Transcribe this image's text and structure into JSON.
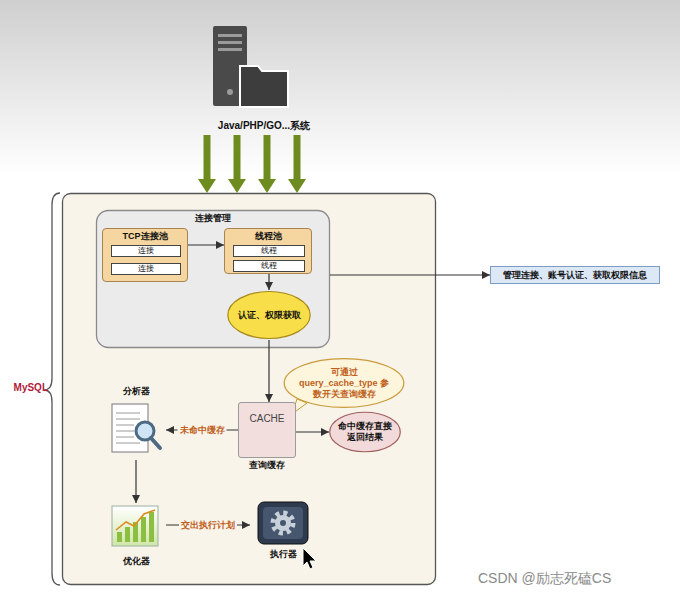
{
  "diagram": {
    "nodes": [
      {
        "text": [
          "Java/PHP/GO...系统"
        ]
      },
      {
        "text": [
          "MySQL"
        ]
      },
      {
        "text": [
          "连接管理"
        ],
        "in": 1
      },
      {
        "text": [
          "TCP连接池"
        ],
        "in": 2
      },
      {
        "text": [
          "连接"
        ],
        "in": 3
      },
      {
        "text": [
          "连接"
        ],
        "in": 3
      },
      {
        "text": [
          "线程池"
        ],
        "in": 2
      },
      {
        "text": [
          "线程"
        ],
        "in": 6
      },
      {
        "text": [
          "线程"
        ],
        "in": 6
      },
      {
        "text": [
          "认证、权限获取"
        ],
        "in": 2
      },
      {
        "text": [
          "CACHE",
          "查询缓存"
        ],
        "in": 1
      },
      {
        "text": [
          "可通过 query_cache_type 参数开关查询缓存"
        ],
        "in": 1
      },
      {
        "text": [
          "命中缓存直接返回结果"
        ],
        "in": 1
      },
      {
        "text": [
          "分析器"
        ],
        "in": 1
      },
      {
        "text": [
          "优化器"
        ],
        "in": 1
      },
      {
        "text": [
          "执行器"
        ],
        "in": 1
      },
      {
        "text": [
          "管理连接、账号认证、获取权限信息"
        ]
      }
    ],
    "edges": [
      {
        "from": 0,
        "to": 1,
        "arrow": "to"
      },
      {
        "from": 0,
        "to": 1,
        "arrow": "to"
      },
      {
        "from": 0,
        "to": 1,
        "arrow": "to"
      },
      {
        "from": 0,
        "to": 1,
        "arrow": "to"
      },
      {
        "from": 3,
        "to": 6,
        "arrow": "to"
      },
      {
        "from": 6,
        "to": 9,
        "arrow": "to"
      },
      {
        "from": 9,
        "to": 10,
        "arrow": "to"
      },
      {
        "from": 10,
        "to": 13,
        "label": "未命中缓存",
        "arrow": "to"
      },
      {
        "from": 10,
        "to": 12,
        "arrow": "to"
      },
      {
        "from": 13,
        "to": 14,
        "arrow": "to"
      },
      {
        "from": 14,
        "to": 15,
        "label": "交出执行计划",
        "arrow": "to"
      },
      {
        "from": 2,
        "to": 16,
        "arrow": "to"
      }
    ],
    "labels": [
      "CSDN @励志死磕CS"
    ]
  }
}
